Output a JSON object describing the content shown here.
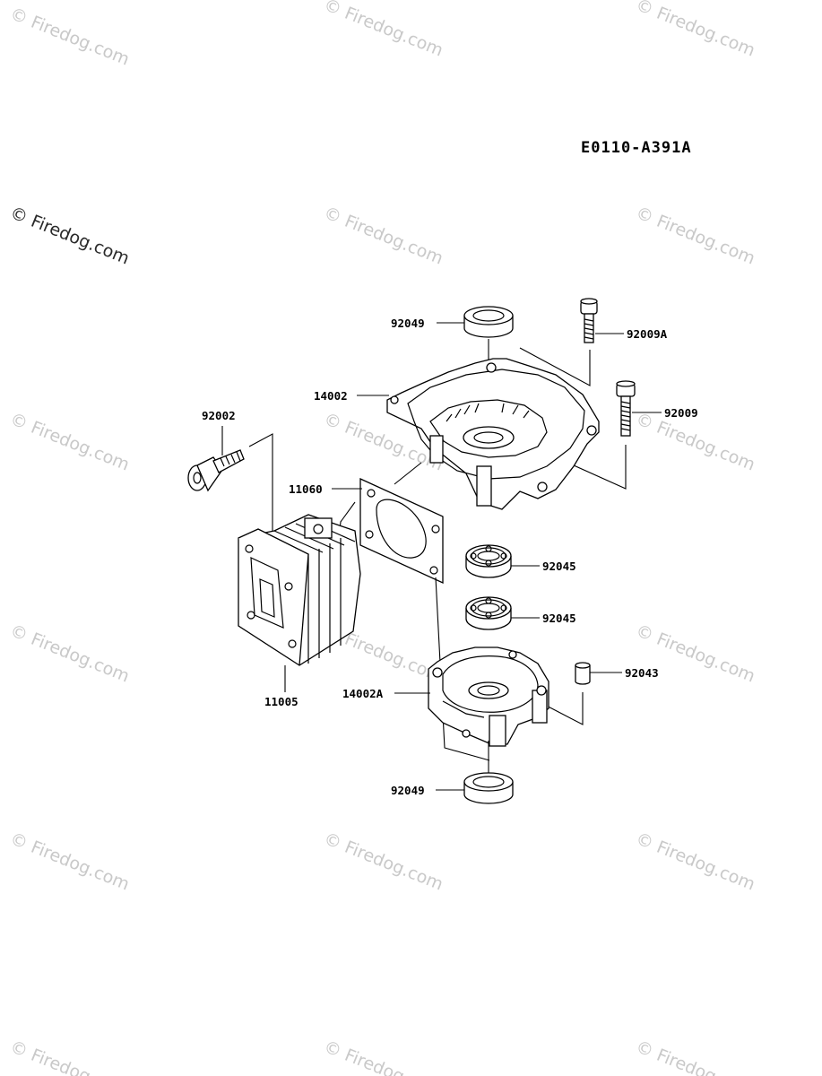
{
  "diagram_code": "E0110-A391A",
  "watermark": "© Firedog.com",
  "watermark_primary": "© Firedog.com",
  "parts": {
    "p92049_top": "92049",
    "p92009A": "92009A",
    "p14002": "14002",
    "p92009": "92009",
    "p92002": "92002",
    "p11060": "11060",
    "p92045_a": "92045",
    "p92045_b": "92045",
    "p11005": "11005",
    "p92043": "92043",
    "p14002A": "14002A",
    "p92049_bottom": "92049"
  },
  "icons": {
    "oil_seal": "oil-seal-icon",
    "bolt": "bolt-icon",
    "crankcase": "crankcase-icon",
    "gasket": "gasket-icon",
    "cylinder": "cylinder-icon",
    "bearing": "bearing-icon",
    "pin": "dowel-pin-icon"
  }
}
